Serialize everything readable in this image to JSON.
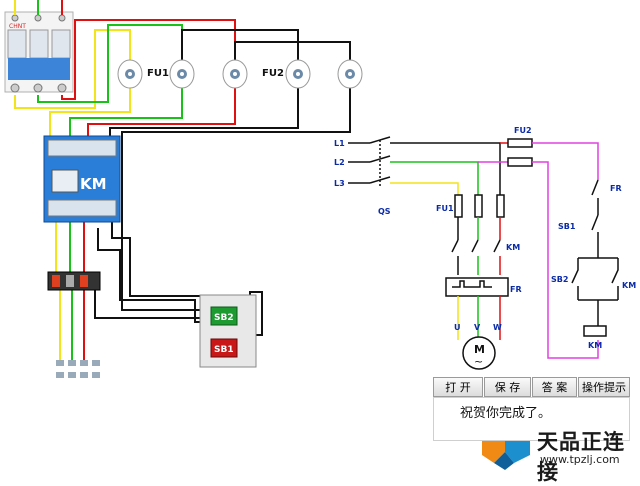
{
  "toolbar": {
    "open": "打 开",
    "save": "保 存",
    "answer": "答 案",
    "hint": "操作提示"
  },
  "message": "祝贺你完成了。",
  "breaker_brand": "CHNT",
  "labels": {
    "fu1": "FU1",
    "fu2": "FU2",
    "km": "KM",
    "sb2": "SB2",
    "sb1": "SB1",
    "l1": "L1",
    "l2": "L2",
    "l3": "L3",
    "qs": "QS",
    "fu1_s": "FU1",
    "fu2_s": "FU2",
    "km_s1": "KM",
    "km_s2": "KM",
    "km_s3": "KM",
    "fr_s1": "FR",
    "fr_s2": "FR",
    "sb1_s": "SB1",
    "sb2_s": "SB2",
    "u": "U",
    "v": "V",
    "w": "W",
    "motor": "M",
    "motor_sym": "~"
  },
  "watermark": {
    "brand": "天品正连接",
    "url": "www.tpzlj.com"
  },
  "colors": {
    "yellow": "#f2e31b",
    "green": "#19c219",
    "red": "#e01010",
    "black": "#111111",
    "magenta": "#e040e0",
    "label_blue": "#0a2aa8",
    "contactor_blue": "#1c6fd0"
  }
}
